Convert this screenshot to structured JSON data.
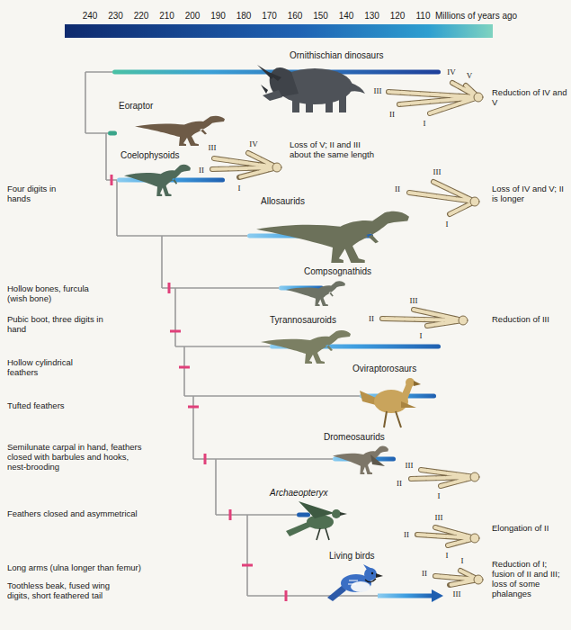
{
  "diagram": {
    "labels": [
      "240",
      "230",
      "220",
      "210",
      "200",
      "190",
      "180",
      "170",
      "160",
      "150",
      "140",
      "130",
      "120",
      "110",
      "Millions of years ago",
      "Ornithischian dinosaurs",
      "IV",
      "V",
      "III",
      "II",
      "I",
      "Reduction of IV and V",
      "Eoraptor",
      "III",
      "IV",
      "Loss of V; II and III about the same length",
      "Coelophysoids",
      "II",
      "I",
      "III",
      "Allosaurids",
      "II",
      "Loss of IV and V; II is longer",
      "I",
      "Four digits in hands",
      "Compsognathids",
      "Hollow bones, furcula (wish bone)",
      "Pubic boot, three digits in hand",
      "III",
      "Tyrannosauroids",
      "Reduction of III",
      "II",
      "I",
      "Hollow cylindrical feathers",
      "Oviraptorosaurs",
      "Tufted feathers",
      "Dromeosaurids",
      "III",
      "Semilunate carpal in hand, feathers closed with barbules and hooks, nest-brooding",
      "II",
      "I",
      "Archaeopteryx",
      "III",
      "Elongation of II",
      "II",
      "I",
      "Feathers closed and asymmetrical",
      "Living birds",
      "II",
      "I",
      "Long arms (ulna longer than femur)",
      "Reduction of I; fusion of II and III; loss of some phalanges",
      "III",
      "Toothless beak, fused wing digits, short feathered tail"
    ]
  }
}
